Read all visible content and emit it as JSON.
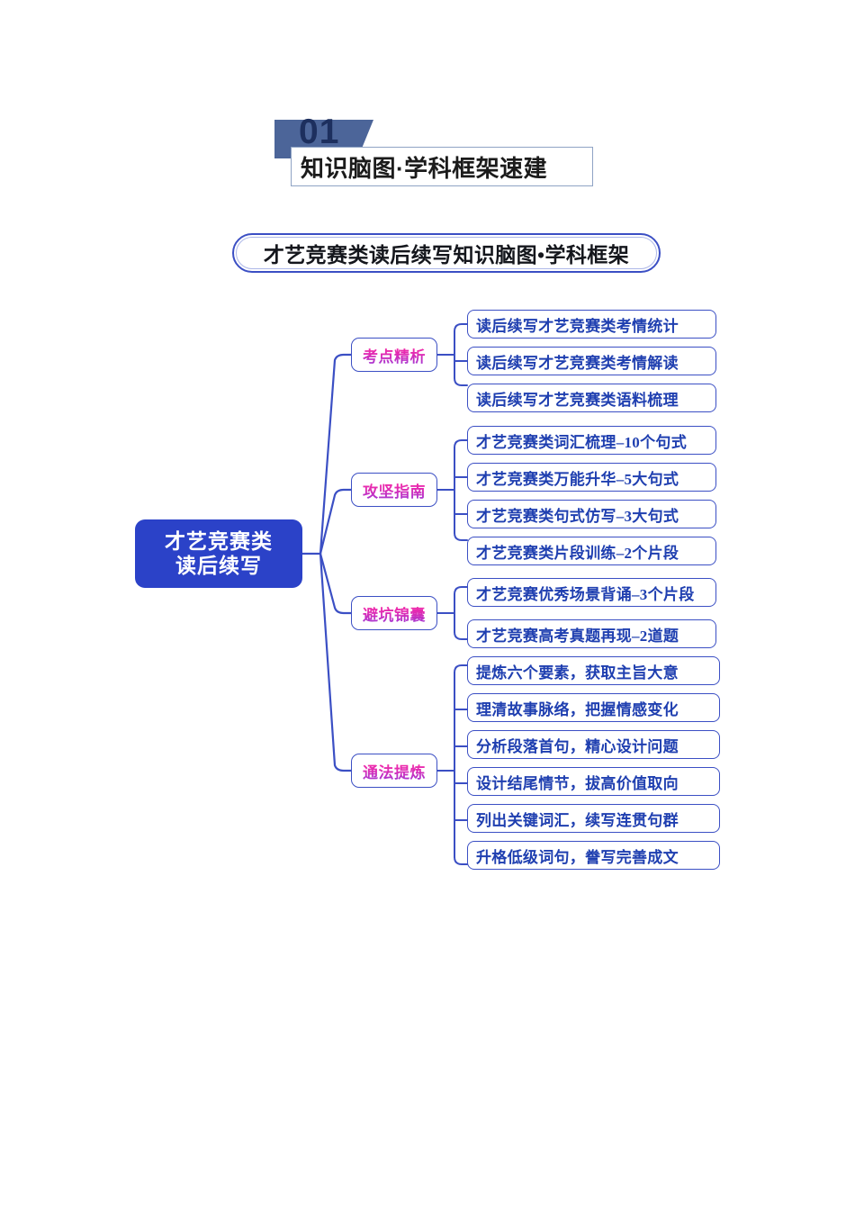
{
  "section_header": {
    "number": "01",
    "title": "知识脑图·学科框架速建"
  },
  "map_title": "才艺竞赛类读后续写知识脑图•学科框架",
  "root": {
    "line1": "才艺竞赛类",
    "line2": "读后续写"
  },
  "branches": [
    {
      "label": "考点精析",
      "leaves": [
        "读后续写才艺竞赛类考情统计",
        "读后续写才艺竞赛类考情解读",
        "读后续写才艺竞赛类语料梳理"
      ]
    },
    {
      "label": "攻坚指南",
      "leaves": [
        "才艺竞赛类词汇梳理–10个句式",
        "才艺竞赛类万能升华–5大句式",
        "才艺竞赛类句式仿写–3大句式",
        "才艺竞赛类片段训练–2个片段"
      ]
    },
    {
      "label": "避坑锦囊",
      "leaves": [
        "才艺竞赛优秀场景背诵–3个片段",
        "才艺竞赛高考真题再现–2道题"
      ]
    },
    {
      "label": "通法提炼",
      "leaves": [
        "提炼六个要素，获取主旨大意",
        "理清故事脉络，把握情感变化",
        "分析段落首句，精心设计问题",
        "设计结尾情节，拔高价值取向",
        "列出关键词汇，续写连贯句群",
        "升格低级词句，誊写完善成文"
      ]
    }
  ],
  "colors": {
    "root_fill": "#2b42c8",
    "node_border": "#3b4fc4",
    "leaf_text": "#1f3fb0",
    "branch_text_start": "#ff2aa0",
    "branch_text_end": "#9a3ad8",
    "banner_fill": "#4c6599",
    "banner_number": "#1d2f5e"
  }
}
